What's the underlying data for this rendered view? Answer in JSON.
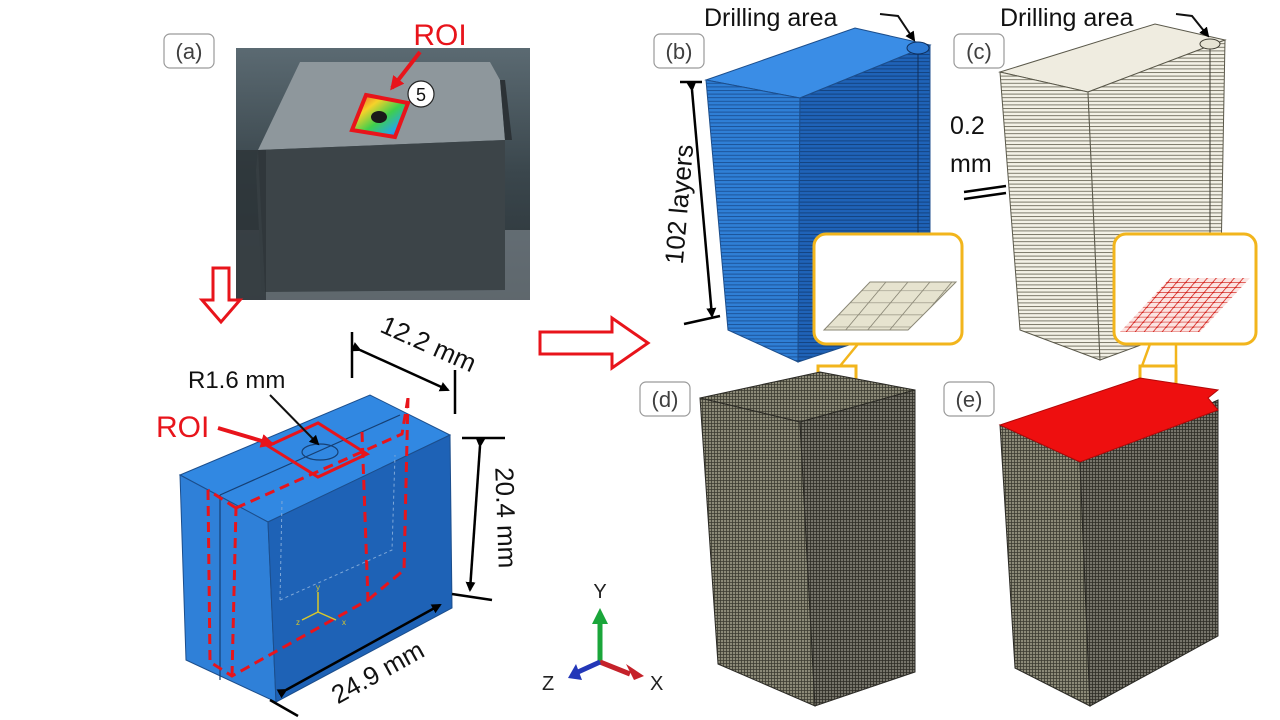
{
  "panels": {
    "a": "(a)",
    "b": "(b)",
    "c": "(c)",
    "d": "(d)",
    "e": "(e)"
  },
  "labels": {
    "roi_top": "ROI",
    "roi_model": "ROI",
    "marker_number": "5",
    "radius": "R1.6 mm",
    "dim_depth": "12.2 mm",
    "dim_height": "20.4 mm",
    "dim_width": "24.9 mm",
    "drilling_area_b": "Drilling area",
    "drilling_area_c": "Drilling area",
    "layers": "102 layers",
    "layer_thickness_value": "0.2",
    "layer_thickness_unit": "mm"
  },
  "axes": {
    "y": "Y",
    "z": "Z",
    "x": "X",
    "y_small": "y",
    "z_small": "z",
    "x_small": "x"
  },
  "colors": {
    "accent_red": "#e8141b",
    "part_blue": "#2f7fd6",
    "part_blue_dark": "#1e60b4",
    "mesh_beige": "#e2dfcd",
    "mesh_dark": "#4e4c40",
    "zoom_frame": "#f2b51c"
  }
}
